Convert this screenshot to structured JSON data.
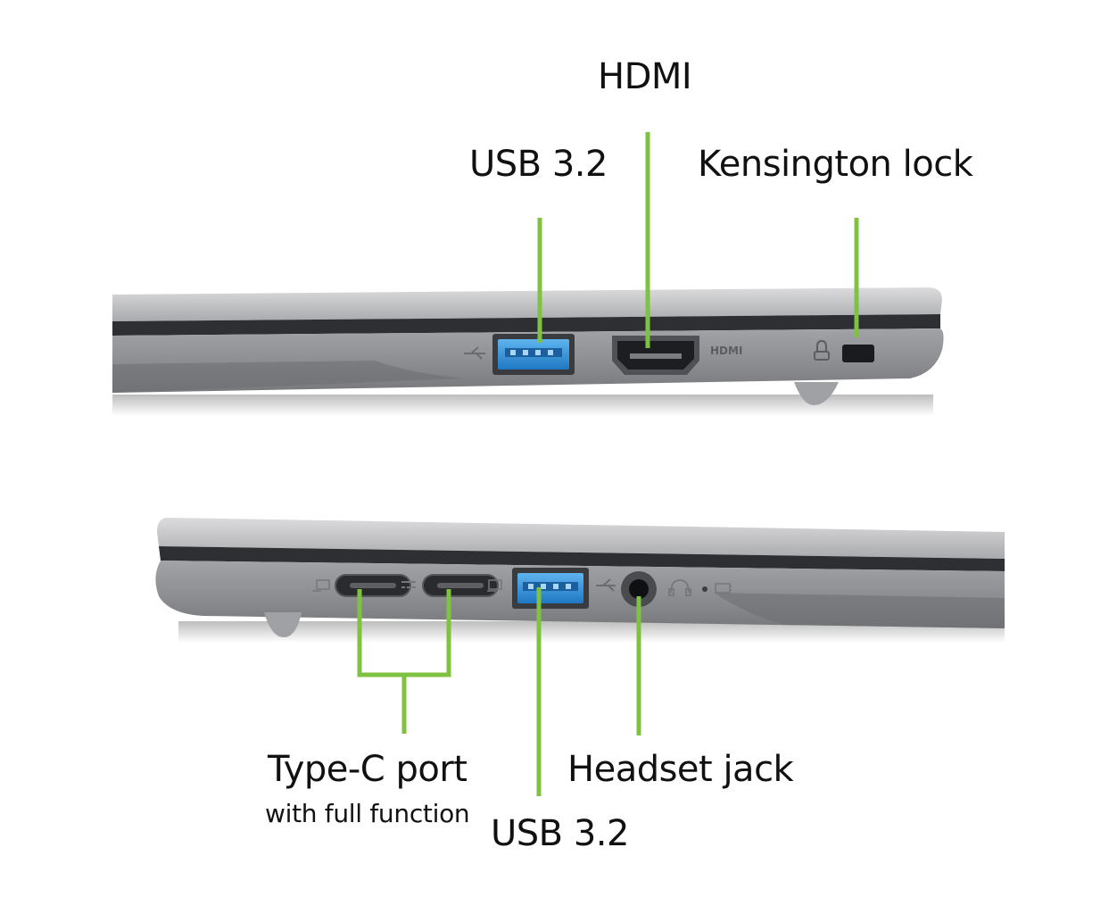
{
  "labels": {
    "hdmi": "HDMI",
    "usb_top": "USB 3.2",
    "kensington": "Kensington lock",
    "type_c": "Type-C port",
    "type_c_sub": "with full function",
    "headset": "Headset jack",
    "usb_bottom": "USB 3.2"
  },
  "engravings": {
    "hdmi_logo": "HDMI"
  },
  "colors": {
    "callout": "#7fc241",
    "body_light": "#c9c9cc",
    "body_mid": "#8f9094",
    "body_dark": "#6e6f73",
    "port_blue": "#2f8fd6"
  },
  "icons": [
    "usb-symbol-icon",
    "lock-icon",
    "thunderbolt-icon",
    "headset-icon",
    "battery-led-icon"
  ]
}
